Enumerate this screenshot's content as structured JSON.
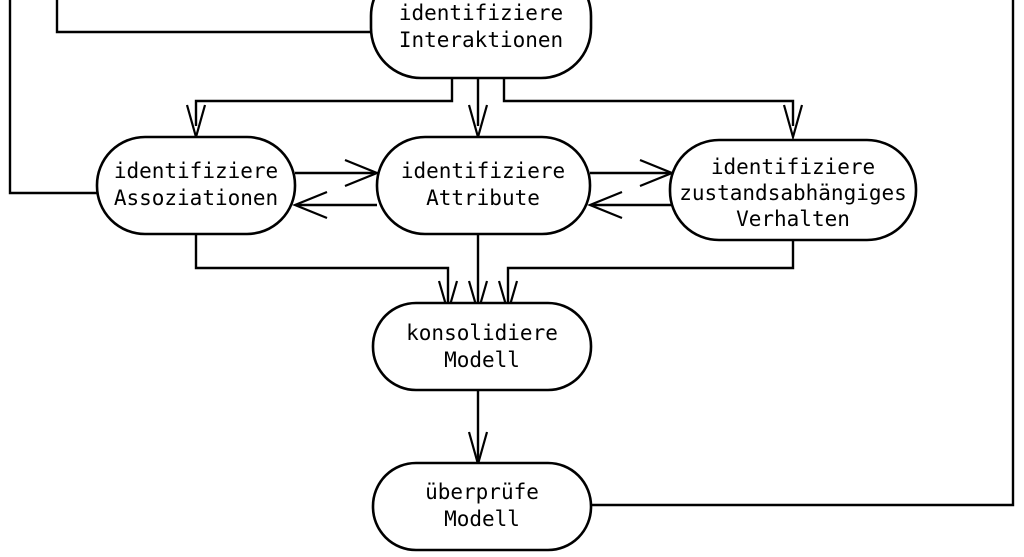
{
  "diagram": {
    "title_text": "",
    "background_color": "#ffffff",
    "line_color": "#000000",
    "nodes": [
      {
        "id": "interaktionen",
        "lines": [
          "identifiziere",
          "Interaktionen"
        ],
        "line1": "identifiziere",
        "line2": "Interaktionen",
        "line3": ""
      },
      {
        "id": "assoziationen",
        "lines": [
          "identifiziere",
          "Assoziationen"
        ],
        "line1": "identifiziere",
        "line2": "Assoziationen",
        "line3": ""
      },
      {
        "id": "attribute",
        "lines": [
          "identifiziere",
          "Attribute"
        ],
        "line1": "identifiziere",
        "line2": "Attribute",
        "line3": ""
      },
      {
        "id": "verhalten",
        "lines": [
          "identifiziere",
          "zustandsabhängiges",
          "Verhalten"
        ],
        "line1": "identifiziere",
        "line2": "zustandsabhängiges",
        "line3": "Verhalten"
      },
      {
        "id": "konsolidiere",
        "lines": [
          "konsolidiere",
          "Modell"
        ],
        "line1": "konsolidiere",
        "line2": "Modell",
        "line3": ""
      },
      {
        "id": "ueberpruefe",
        "lines": [
          "überprüfe",
          "Modell"
        ],
        "line1": "überprüfe",
        "line2": "Modell",
        "line3": ""
      }
    ]
  }
}
